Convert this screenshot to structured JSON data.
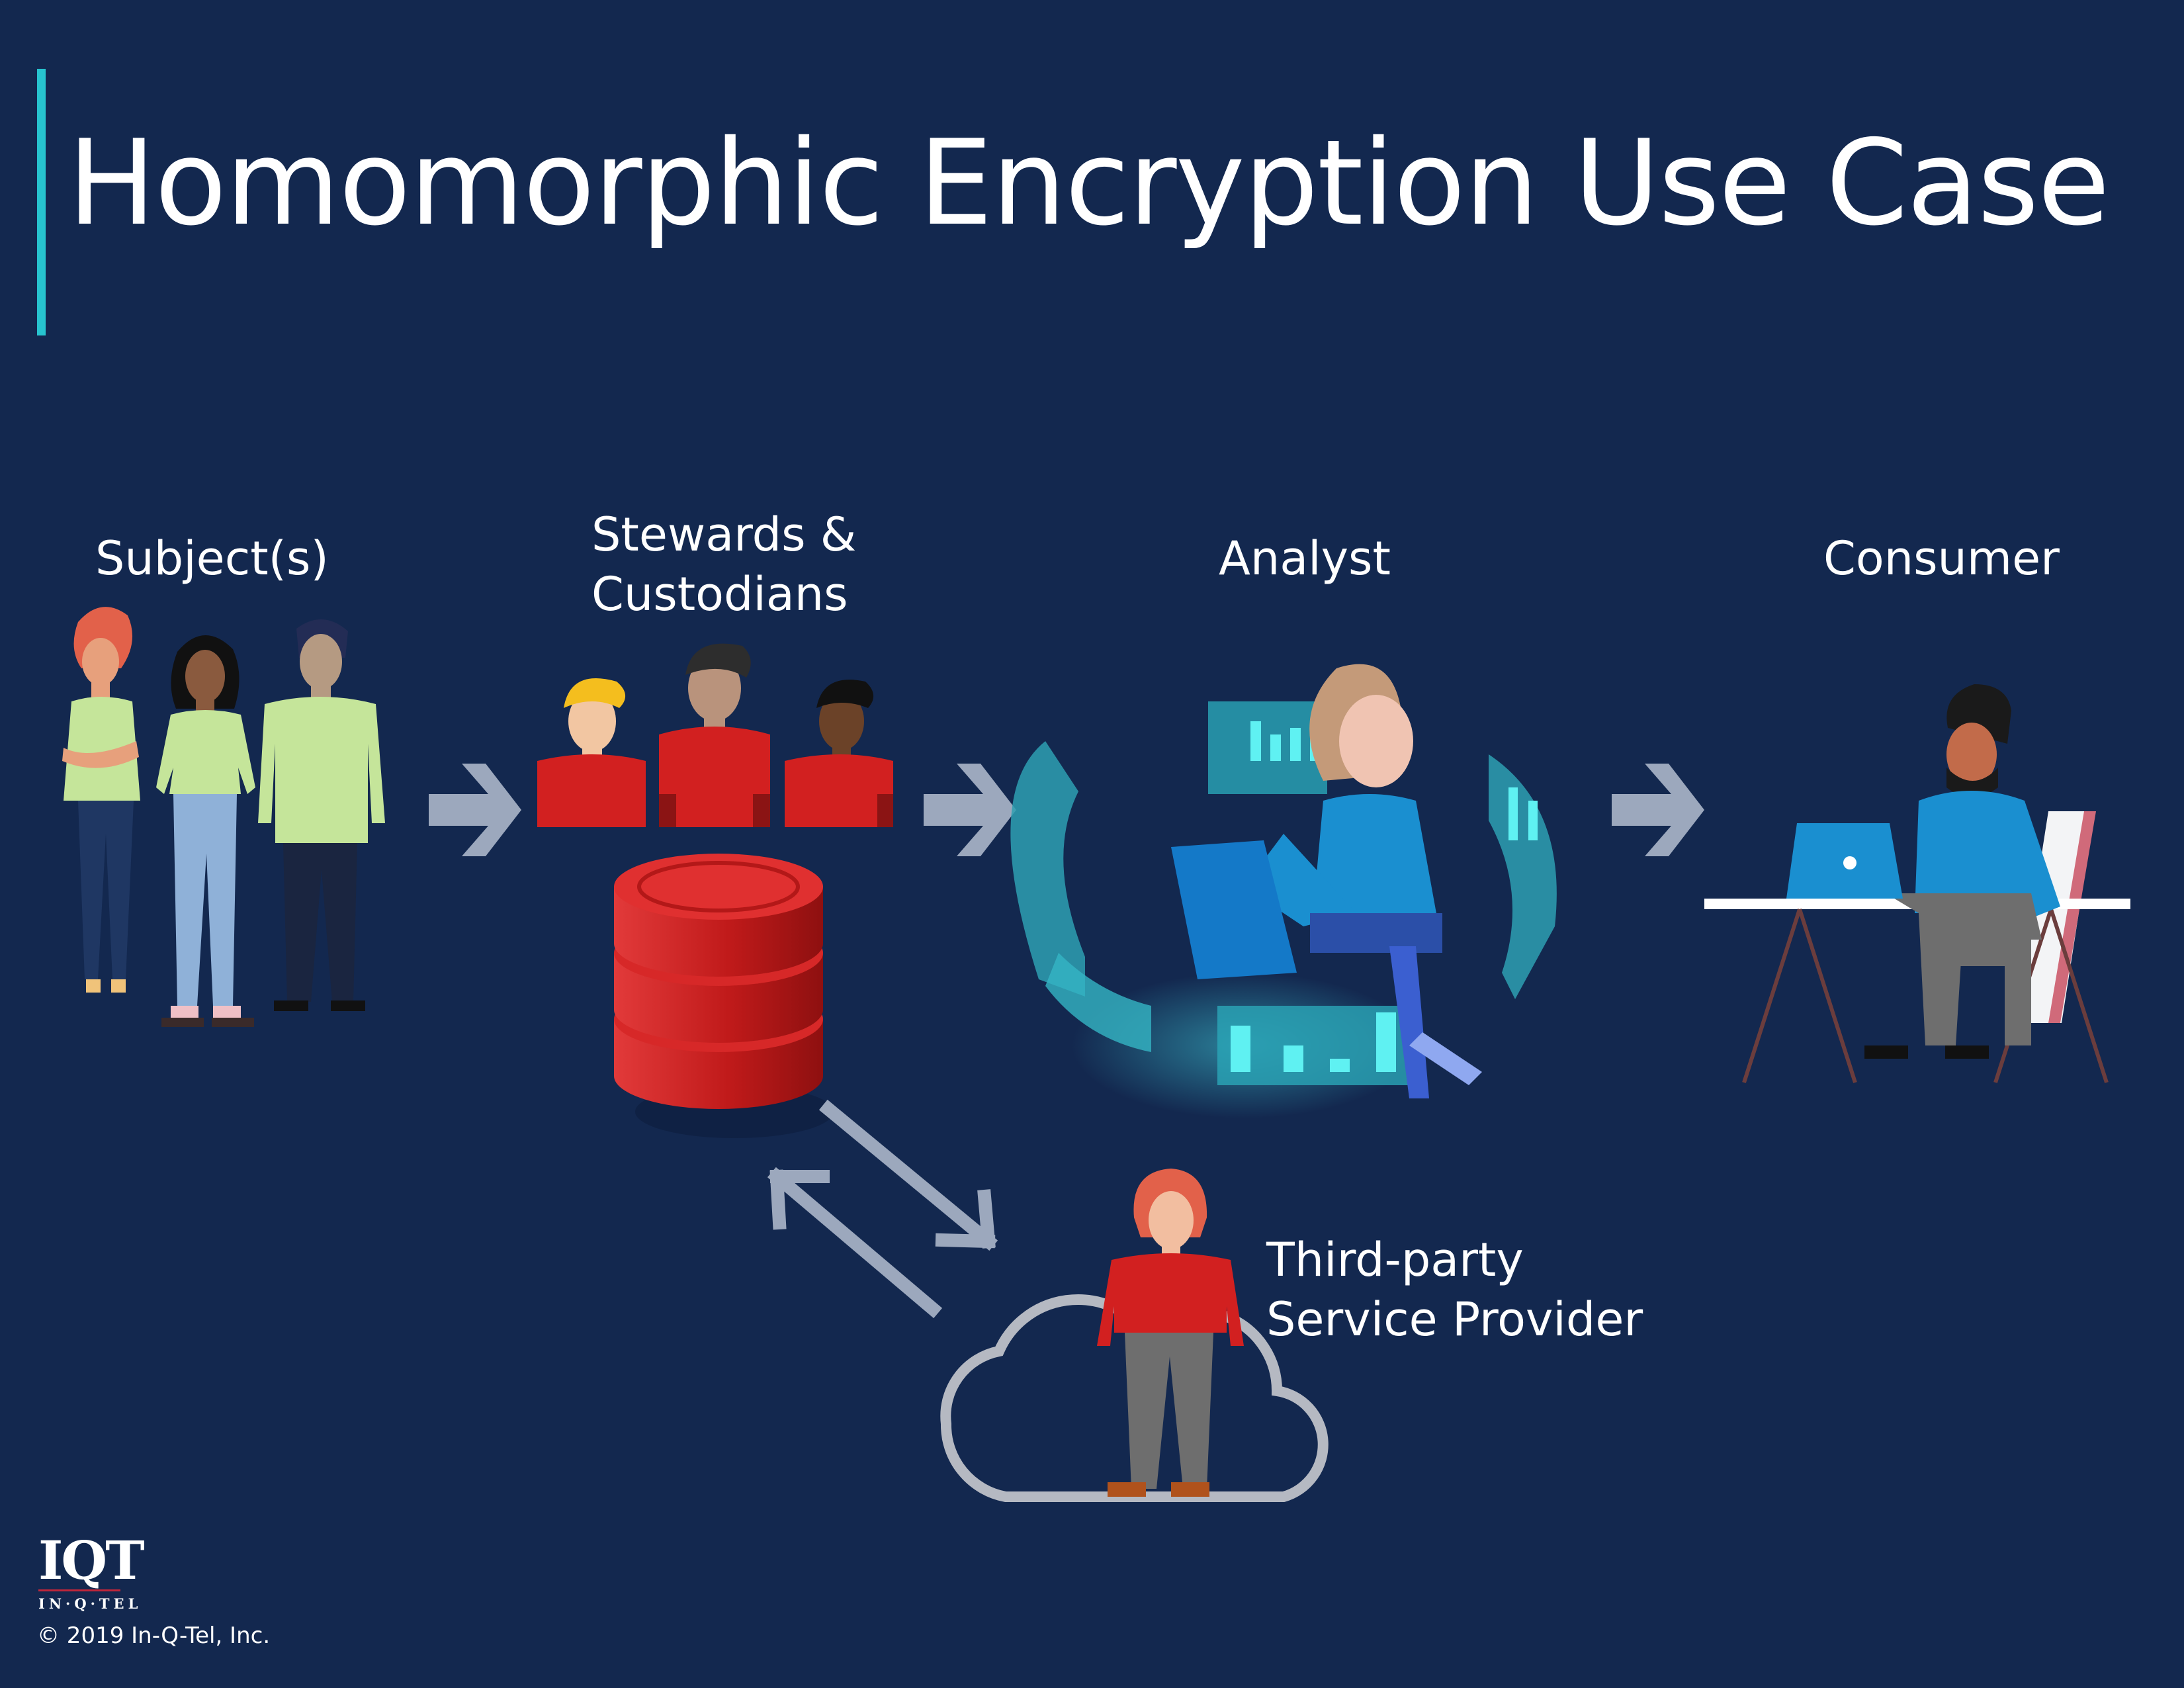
{
  "title": "Homomorphic Encryption Use Case",
  "labels": {
    "subjects": "Subject(s)",
    "stewards_line1": "Stewards &",
    "stewards_line2": "Custodians",
    "analyst": "Analyst",
    "consumer": "Consumer",
    "third_party_line1": "Third-party",
    "third_party_line2": "Service Provider"
  },
  "logo": {
    "main": "IQT",
    "sub": "IN·Q·TEL"
  },
  "copyright": "© 2019 In-Q-Tel, Inc.",
  "colors": {
    "background": "#13284f",
    "accent": "#27c4cf",
    "arrow": "#9ca8bd",
    "database": "#cf1f1f",
    "hologram": "#3ec6d3"
  },
  "icons": [
    "subjects-group-icon",
    "stewards-group-icon",
    "database-icon",
    "analyst-hologram-icon",
    "consumer-desk-icon",
    "cloud-icon",
    "service-provider-person-icon",
    "arrow-right-icon",
    "double-arrow-icon"
  ]
}
